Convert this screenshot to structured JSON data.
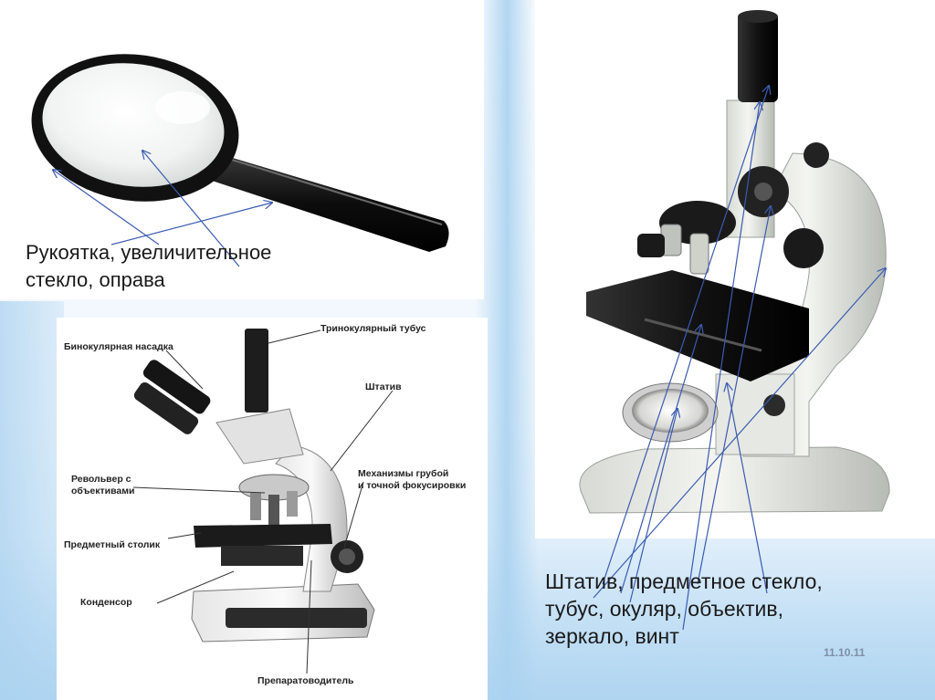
{
  "slide": {
    "date": "11.10.11"
  },
  "loupe_panel": {
    "caption_line1": "Рукоятка, увеличительное",
    "caption_line2": "стекло, оправа"
  },
  "scheme_panel": {
    "labels": {
      "trinocular_tube": "Тринокулярный тубус",
      "binocular_head": "Бинокулярная насадка",
      "stand": "Штатив",
      "revolver_line1": "Револьвер с",
      "revolver_line2": "объективами",
      "focus_line1": "Механизмы грубой",
      "focus_line2": "и точной фокусировки",
      "stage": "Предметный столик",
      "condenser": "Конденсор",
      "slide_holder": "Препаратоводитель"
    }
  },
  "microscope_panel": {
    "caption_line1": "Штатив, предметное стекло,",
    "caption_line2": "тубус, окуляр, объектив,",
    "caption_line3": "зеркало, винт"
  },
  "colors": {
    "pointer_arrow": "#3b5bb0",
    "background_accent": "#aad2f0"
  }
}
